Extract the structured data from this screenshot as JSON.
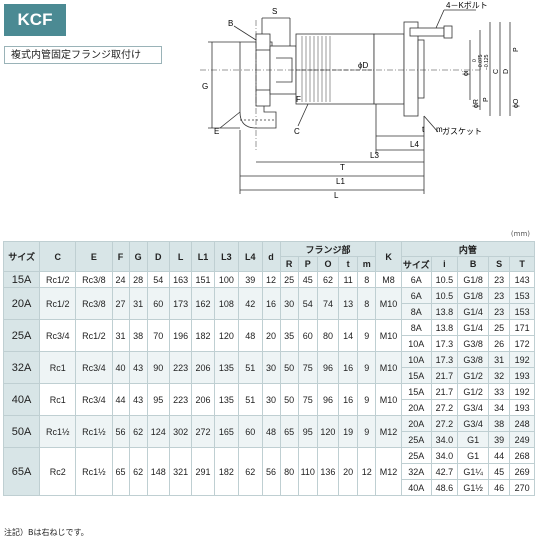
{
  "header": {
    "badge": "KCF",
    "subtitle": "複式内管固定フランジ取付け"
  },
  "drawing": {
    "labels": {
      "B": "B",
      "S": "S",
      "bolt": "4－Kボルト",
      "G": "G",
      "F": "F",
      "phiD": "ϕD",
      "E": "E",
      "C": "C",
      "t": "t",
      "m": "m",
      "gasket": "ガスケット",
      "L4": "L4",
      "L3": "L3",
      "T": "T",
      "L1": "L1",
      "L": "L",
      "phiI": "ϕi",
      "phiR": "ϕR",
      "P": "P",
      "phiC": "C",
      "phiD2": "D",
      "phiP": "P",
      "phiO": "ϕO",
      "tol1": "0",
      "tol2": "−0.075",
      "tol3": "−0.125"
    }
  },
  "table": {
    "unit": "(mm)",
    "headers": {
      "size": "サイズ",
      "C": "C",
      "E": "E",
      "F": "F",
      "G": "G",
      "D": "D",
      "L": "L",
      "L1": "L1",
      "L3": "L3",
      "L4": "L4",
      "d": "d",
      "flange": "フランジ部",
      "R": "R",
      "P": "P",
      "O": "O",
      "t": "t",
      "m": "m",
      "K": "K",
      "inner": "内管",
      "isize": "サイズ",
      "i": "i",
      "B": "B",
      "S": "S",
      "T": "T"
    },
    "groups": [
      {
        "size": "15A",
        "C": "Rc1/2",
        "E": "Rc3/8",
        "F": "24",
        "G": "28",
        "D": "54",
        "L": "163",
        "L1": "151",
        "L3": "100",
        "L4": "39",
        "d": "12",
        "R": "25",
        "P": "45",
        "O": "62",
        "t": "11",
        "m": "8",
        "K": "M8",
        "inner": [
          {
            "isize": "6A",
            "i": "10.5",
            "B": "G1/8",
            "S": "23",
            "T": "143"
          }
        ]
      },
      {
        "size": "20A",
        "C": "Rc1/2",
        "E": "Rc3/8",
        "F": "27",
        "G": "31",
        "D": "60",
        "L": "173",
        "L1": "162",
        "L3": "108",
        "L4": "42",
        "d": "16",
        "R": "30",
        "P": "54",
        "O": "74",
        "t": "13",
        "m": "8",
        "K": "M10",
        "inner": [
          {
            "isize": "6A",
            "i": "10.5",
            "B": "G1/8",
            "S": "23",
            "T": "153"
          },
          {
            "isize": "8A",
            "i": "13.8",
            "B": "G1/4",
            "S": "23",
            "T": "153"
          }
        ]
      },
      {
        "size": "25A",
        "C": "Rc3/4",
        "E": "Rc1/2",
        "F": "31",
        "G": "38",
        "D": "70",
        "L": "196",
        "L1": "182",
        "L3": "120",
        "L4": "48",
        "d": "20",
        "R": "35",
        "P": "60",
        "O": "80",
        "t": "14",
        "m": "9",
        "K": "M10",
        "inner": [
          {
            "isize": "8A",
            "i": "13.8",
            "B": "G1/4",
            "S": "25",
            "T": "171"
          },
          {
            "isize": "10A",
            "i": "17.3",
            "B": "G3/8",
            "S": "26",
            "T": "172"
          }
        ]
      },
      {
        "size": "32A",
        "C": "Rc1",
        "E": "Rc3/4",
        "F": "40",
        "G": "43",
        "D": "90",
        "L": "223",
        "L1": "206",
        "L3": "135",
        "L4": "51",
        "d": "30",
        "R": "50",
        "P": "75",
        "O": "96",
        "t": "16",
        "m": "9",
        "K": "M10",
        "inner": [
          {
            "isize": "10A",
            "i": "17.3",
            "B": "G3/8",
            "S": "31",
            "T": "192"
          },
          {
            "isize": "15A",
            "i": "21.7",
            "B": "G1/2",
            "S": "32",
            "T": "193"
          }
        ]
      },
      {
        "size": "40A",
        "C": "Rc1",
        "E": "Rc3/4",
        "F": "44",
        "G": "43",
        "D": "95",
        "L": "223",
        "L1": "206",
        "L3": "135",
        "L4": "51",
        "d": "30",
        "R": "50",
        "P": "75",
        "O": "96",
        "t": "16",
        "m": "9",
        "K": "M10",
        "inner": [
          {
            "isize": "15A",
            "i": "21.7",
            "B": "G1/2",
            "S": "33",
            "T": "192"
          },
          {
            "isize": "20A",
            "i": "27.2",
            "B": "G3/4",
            "S": "34",
            "T": "193"
          }
        ]
      },
      {
        "size": "50A",
        "C": "Rc1½",
        "E": "Rc1½",
        "F": "56",
        "G": "62",
        "D": "124",
        "L": "302",
        "L1": "272",
        "L3": "165",
        "L4": "60",
        "d": "48",
        "R": "65",
        "P": "95",
        "O": "120",
        "t": "19",
        "m": "9",
        "K": "M12",
        "inner": [
          {
            "isize": "20A",
            "i": "27.2",
            "B": "G3/4",
            "S": "38",
            "T": "248"
          },
          {
            "isize": "25A",
            "i": "34.0",
            "B": "G1",
            "S": "39",
            "T": "249"
          }
        ]
      },
      {
        "size": "65A",
        "C": "Rc2",
        "E": "Rc1½",
        "F": "65",
        "G": "62",
        "D": "148",
        "L": "321",
        "L1": "291",
        "L3": "182",
        "L4": "62",
        "d": "56",
        "R": "80",
        "P": "110",
        "O": "136",
        "t": "20",
        "m": "12",
        "K": "M12",
        "inner": [
          {
            "isize": "25A",
            "i": "34.0",
            "B": "G1",
            "S": "44",
            "T": "268"
          },
          {
            "isize": "32A",
            "i": "42.7",
            "B": "G1¼",
            "S": "45",
            "T": "269"
          },
          {
            "isize": "40A",
            "i": "48.6",
            "B": "G1½",
            "S": "46",
            "T": "270"
          }
        ]
      }
    ]
  },
  "note": "注記）Bは右ねじです。"
}
